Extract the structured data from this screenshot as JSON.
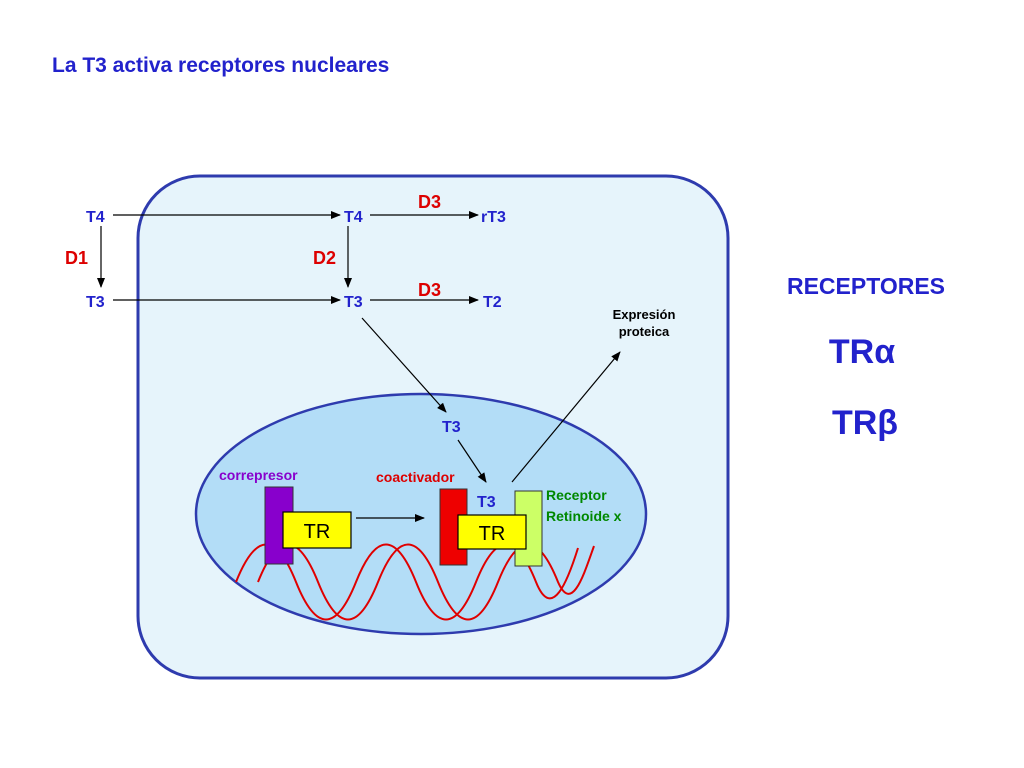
{
  "title": "La T3 activa receptores nucleares",
  "labels": {
    "t4_outside": "T4",
    "t3_outside": "T3",
    "d1": "D1",
    "t4_cell": "T4",
    "t3_cell": "T3",
    "d2": "D2",
    "d3_top": "D3",
    "d3_mid": "D3",
    "rt3": "rT3",
    "t2": "T2",
    "t3_nucleus": "T3",
    "t3_bound": "T3",
    "expresion_line1": "Expresión",
    "expresion_line2": "proteica",
    "correpresor": "correpresor",
    "coactivador": "coactivador",
    "tr_left": "TR",
    "tr_right": "TR",
    "rxr_line1": "Receptor",
    "rxr_line2": "Retinoide x"
  },
  "receptors": {
    "heading": "RECEPTORES",
    "alpha": "TRα",
    "beta": "TRβ"
  },
  "colors": {
    "blue_text": "#2222CC",
    "red_text": "#DD0000",
    "cell_fill": "#E6F4FB",
    "cell_border": "#2E3BAE",
    "nucleus_fill": "#B3DDF7",
    "correpresor": "#8800CC",
    "coactivador": "#EE0000",
    "tr_box": "#FFFF00",
    "rxr": "#CCFF66",
    "rxr_text": "#008800",
    "dna": "#E00000"
  }
}
